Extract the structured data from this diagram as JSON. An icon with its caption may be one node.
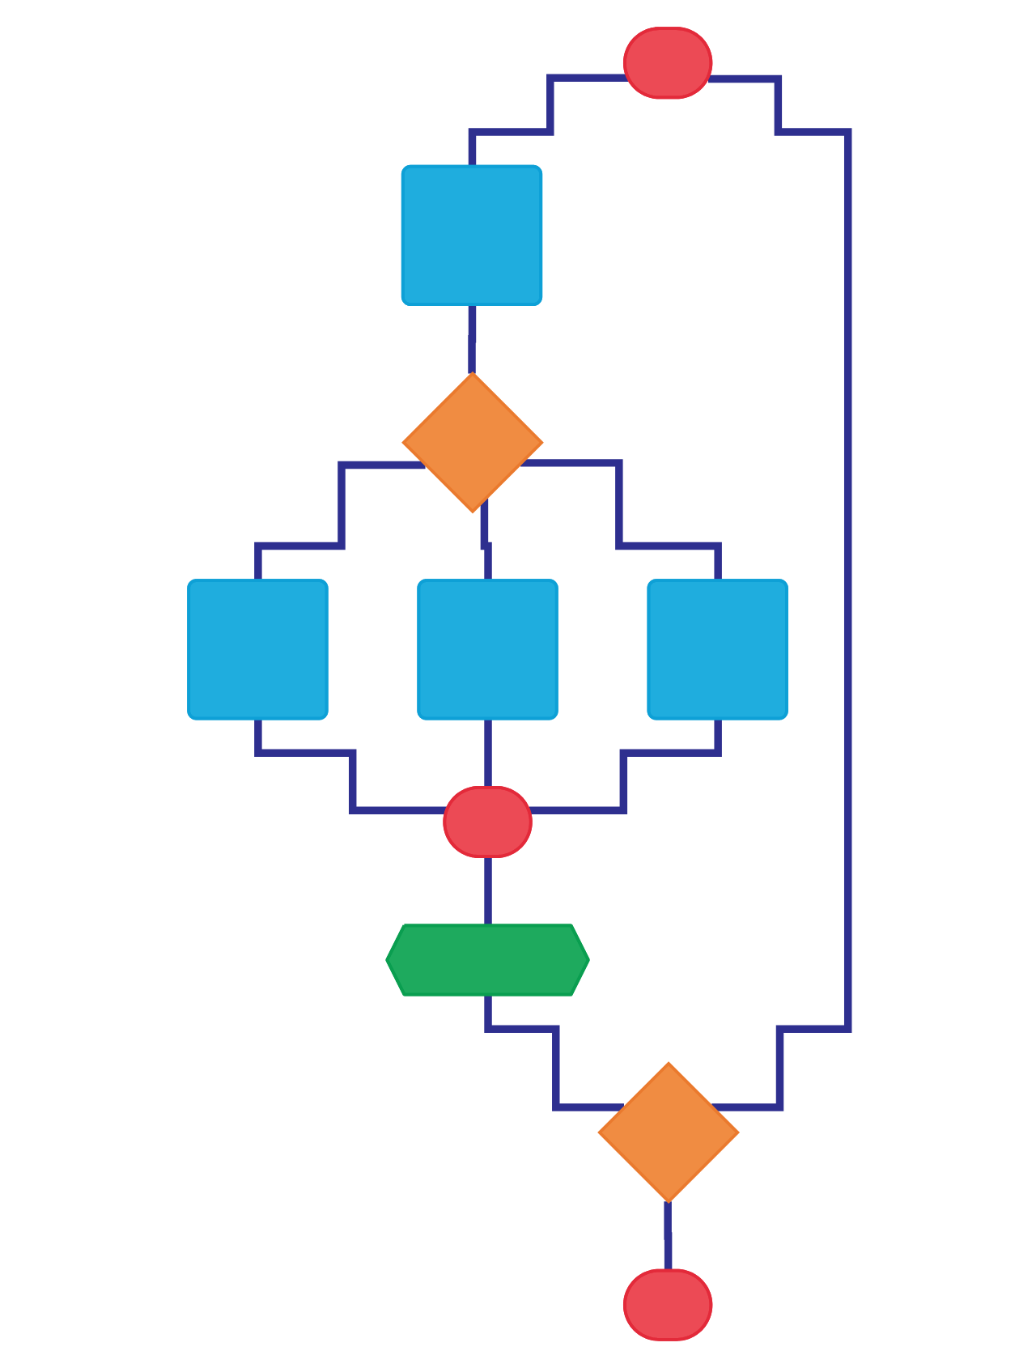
{
  "diagram": {
    "nodes": [
      {
        "text": [],
        "shape": "ellipse"
      },
      {
        "text": [],
        "shape": "box"
      },
      {
        "text": [],
        "shape": "diamond"
      },
      {
        "text": [],
        "shape": "box"
      },
      {
        "text": [],
        "shape": "box"
      },
      {
        "text": [],
        "shape": "box"
      },
      {
        "text": [],
        "shape": "ellipse"
      },
      {
        "text": [],
        "shape": "hexagon"
      },
      {
        "text": [],
        "shape": "diamond"
      },
      {
        "text": [],
        "shape": "ellipse"
      }
    ],
    "edges": [
      {
        "from": 0,
        "to": 1,
        "arrow": "none"
      },
      {
        "from": 1,
        "to": 2,
        "arrow": "none"
      },
      {
        "from": 2,
        "to": 3,
        "arrow": "none"
      },
      {
        "from": 2,
        "to": 4,
        "arrow": "none"
      },
      {
        "from": 2,
        "to": 5,
        "arrow": "none"
      },
      {
        "from": 3,
        "to": 6,
        "arrow": "none"
      },
      {
        "from": 4,
        "to": 6,
        "arrow": "none"
      },
      {
        "from": 5,
        "to": 6,
        "arrow": "none"
      },
      {
        "from": 6,
        "to": 7,
        "arrow": "none"
      },
      {
        "from": 7,
        "to": 8,
        "arrow": "none"
      },
      {
        "from": 8,
        "to": 9,
        "arrow": "none"
      },
      {
        "from": 8,
        "to": 0,
        "arrow": "none"
      }
    ]
  }
}
